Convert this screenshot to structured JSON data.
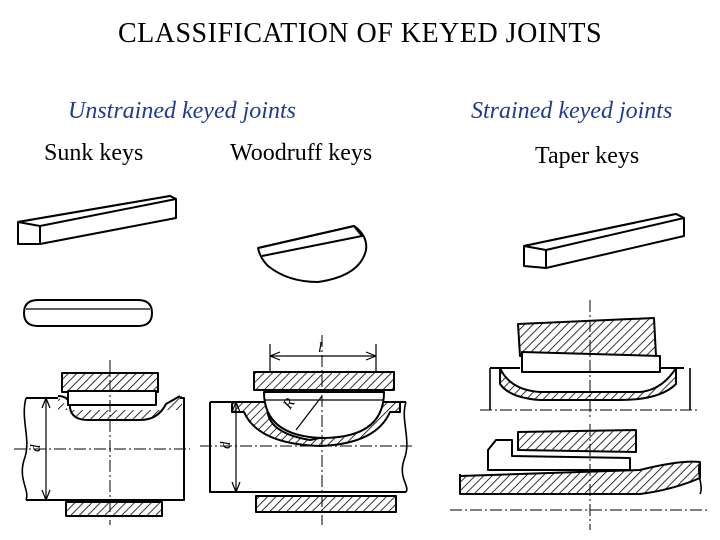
{
  "slide": {
    "title": "CLASSIFICATION OF KEYED JOINTS",
    "groups": {
      "unstrained": "Unstrained keyed joints",
      "strained": "Strained keyed joints"
    },
    "columns": {
      "sunk": "Sunk keys",
      "woodruff": "Woodruff  keys",
      "taper": "Taper   keys"
    },
    "dimension_labels": {
      "shaft_diameter": "d",
      "key_length": "l",
      "key_radius": "R"
    }
  },
  "colors": {
    "title_text": "#000000",
    "group_text": "#1f3a93",
    "line": "#000000"
  }
}
